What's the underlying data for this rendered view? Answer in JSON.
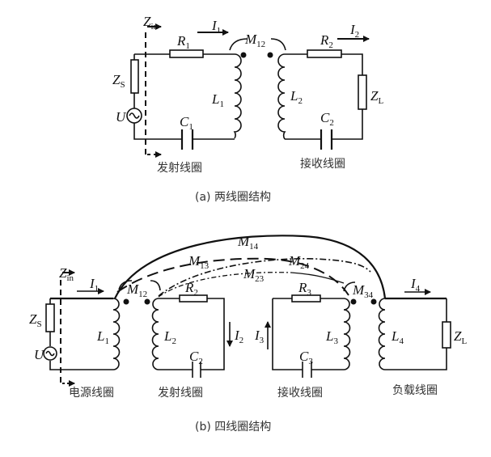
{
  "figure_a": {
    "caption": "(a)  两线圈结构",
    "labels": {
      "zin": {
        "main": "Z",
        "sub": "in"
      },
      "r1": {
        "main": "R",
        "sub": "1"
      },
      "i1": {
        "main": "I",
        "sub": "1"
      },
      "m12": {
        "main": "M",
        "sub": "12"
      },
      "r2": {
        "main": "R",
        "sub": "2"
      },
      "i2": {
        "main": "I",
        "sub": "2"
      },
      "zs": {
        "main": "Z",
        "sub": "S"
      },
      "l1": {
        "main": "L",
        "sub": "1"
      },
      "u": {
        "main": "U"
      },
      "c1": {
        "main": "C",
        "sub": "1"
      },
      "l2": {
        "main": "L",
        "sub": "2"
      },
      "c2": {
        "main": "C",
        "sub": "2"
      },
      "zl": {
        "main": "Z",
        "sub": "L"
      }
    },
    "coil_names": {
      "transmit": "发射线圈",
      "receive": "接收线圈"
    }
  },
  "figure_b": {
    "caption": "(b)  四线圈结构",
    "labels": {
      "zin": {
        "main": "Z",
        "sub": "in"
      },
      "i1": {
        "main": "I",
        "sub": "1"
      },
      "m12": {
        "main": "M",
        "sub": "12"
      },
      "m13": {
        "main": "M",
        "sub": "13"
      },
      "m14": {
        "main": "M",
        "sub": "14"
      },
      "m23": {
        "main": "M",
        "sub": "23"
      },
      "m24": {
        "main": "M",
        "sub": "24"
      },
      "m34": {
        "main": "M",
        "sub": "34"
      },
      "r2": {
        "main": "R",
        "sub": "2"
      },
      "r3": {
        "main": "R",
        "sub": "3"
      },
      "i2": {
        "main": "I",
        "sub": "2"
      },
      "i3": {
        "main": "I",
        "sub": "3"
      },
      "i4": {
        "main": "I",
        "sub": "4"
      },
      "zs": {
        "main": "Z",
        "sub": "S"
      },
      "u": {
        "main": "U"
      },
      "l1": {
        "main": "L",
        "sub": "1"
      },
      "l2": {
        "main": "L",
        "sub": "2"
      },
      "l3": {
        "main": "L",
        "sub": "3"
      },
      "l4": {
        "main": "L",
        "sub": "4"
      },
      "c2": {
        "main": "C",
        "sub": "2"
      },
      "c3": {
        "main": "C",
        "sub": "3"
      },
      "zl": {
        "main": "Z",
        "sub": "L"
      }
    },
    "coil_names": {
      "source": "电源线圈",
      "transmit": "发射线圈",
      "receive": "接收线圈",
      "load": "负载线圈"
    }
  }
}
